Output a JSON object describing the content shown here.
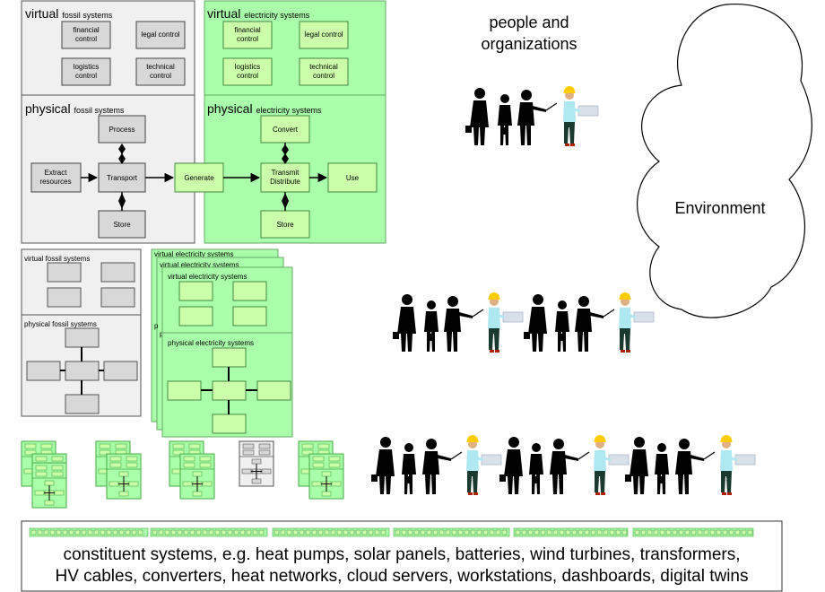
{
  "top_fossil": {
    "virtual_big": "virtual",
    "virtual_small": "fossil systems",
    "financial": [
      "financial",
      "control"
    ],
    "legal": "legal control",
    "logistics": [
      "logistics",
      "control"
    ],
    "technical": [
      "technical",
      "control"
    ],
    "physical_big": "physical",
    "physical_small": "fossil systems",
    "process": "Process",
    "extract": [
      "Extract",
      "resources"
    ],
    "transport": "Transport",
    "store": "Store"
  },
  "top_electric": {
    "virtual_big": "virtual",
    "virtual_small": "electricity systems",
    "financial": [
      "financial",
      "control"
    ],
    "legal": "legal control",
    "logistics": [
      "logistics",
      "control"
    ],
    "technical": [
      "technical",
      "control"
    ],
    "physical_big": "physical",
    "physical_small": "electricity systems",
    "convert": "Convert",
    "generate": "Generate",
    "transmit": [
      "Transmit",
      "Distribute"
    ],
    "use": "Use",
    "store": "Store"
  },
  "people_title": [
    "people and",
    "organizations"
  ],
  "environment_label": "Environment",
  "mid_fossil": {
    "virtual_label": "virtual fossil systems",
    "physical_label": "physical fossil systems"
  },
  "mid_electric": {
    "stack_back_label": "virtual electricity systems",
    "virtual_label": "virtual electricity systems",
    "physical_label": "physical electricity systems",
    "stack_p": "p"
  },
  "bottom_text": [
    "constituent systems, e.g. heat pumps, solar panels, batteries, wind turbines, transformers,",
    "HV cables, converters, heat networks, cloud servers, workstations, dashboards, digital twins"
  ],
  "colors": {
    "green_fill": "#aaffaa",
    "green_stroke": "#66cc66",
    "grey_fill": "#f0f0f0",
    "box_grey": "#d8d8d8",
    "green_box": "#ccffaa"
  }
}
